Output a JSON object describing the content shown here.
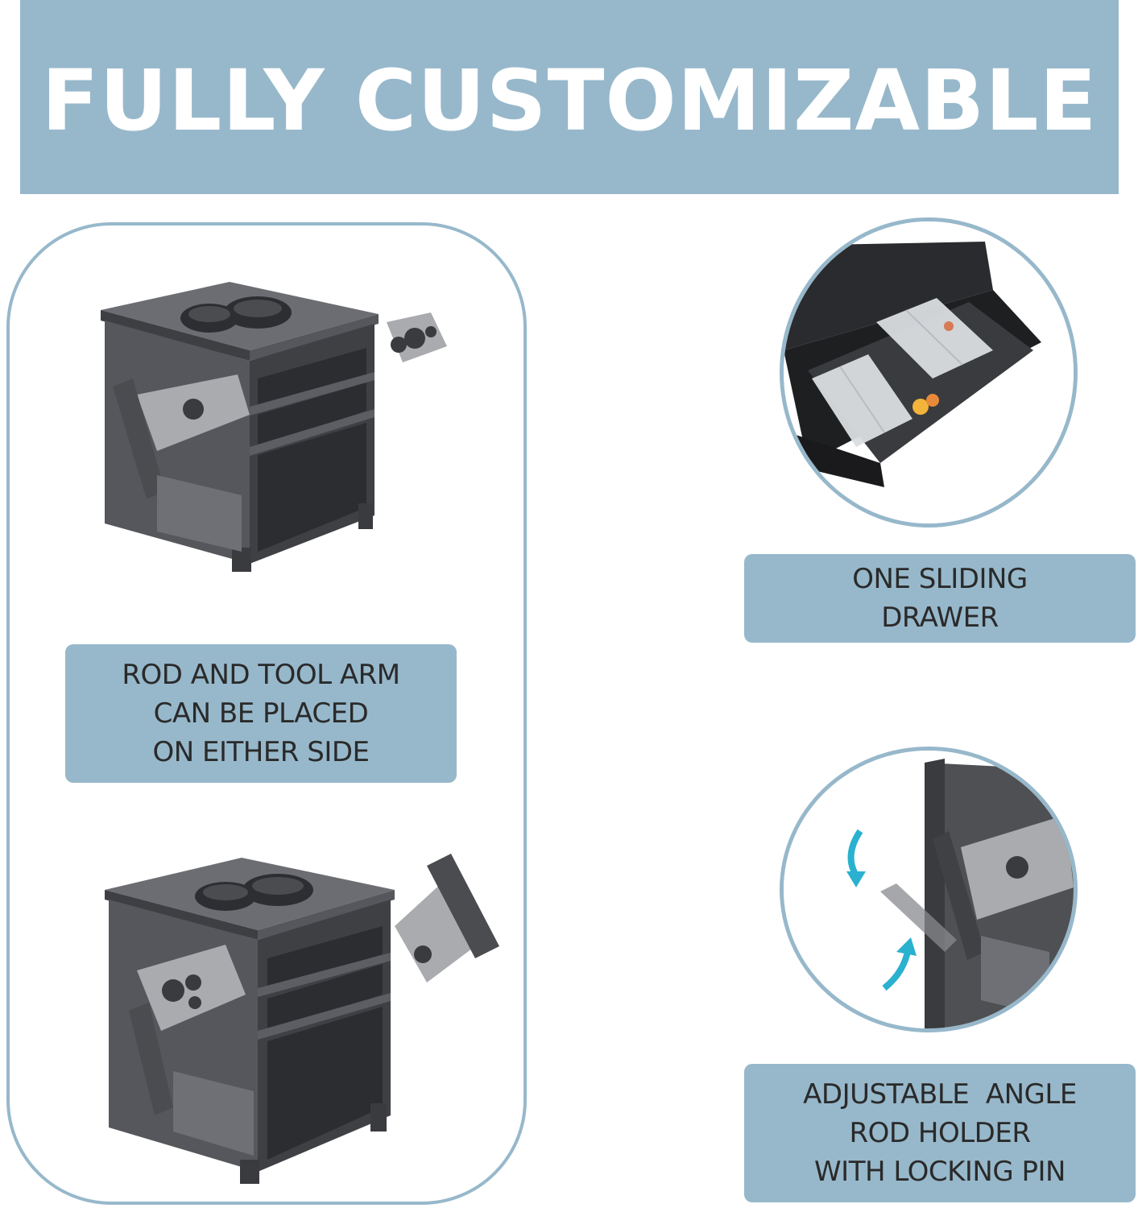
{
  "banner": {
    "title": "FULLY CUSTOMIZABLE"
  },
  "left_panel": {
    "label_lines": [
      "ROD AND TOOL ARM",
      "CAN BE PLACED",
      "ON EITHER SIDE"
    ]
  },
  "drawer_feature": {
    "label_lines": [
      "ONE SLIDING",
      "DRAWER"
    ]
  },
  "angle_feature": {
    "label_lines": [
      "ADJUSTABLE  ANGLE",
      "ROD HOLDER",
      "WITH LOCKING PIN"
    ]
  },
  "colors": {
    "accent": "#97b8cb",
    "product": "#4a4c50",
    "metal": "#a9abae",
    "arrow": "#2ab1cf"
  }
}
